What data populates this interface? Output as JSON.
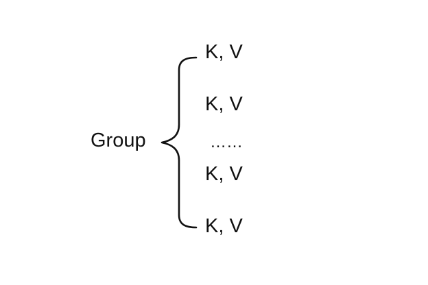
{
  "group": {
    "label": "Group"
  },
  "items": [
    {
      "label": "K, V"
    },
    {
      "label": "K, V"
    },
    {
      "label": "K, V"
    },
    {
      "label": "K, V"
    }
  ],
  "ellipsis": "……",
  "colors": {
    "ink": "#111111",
    "background": "#ffffff"
  },
  "icons": {
    "brace": "curly-brace-icon"
  }
}
